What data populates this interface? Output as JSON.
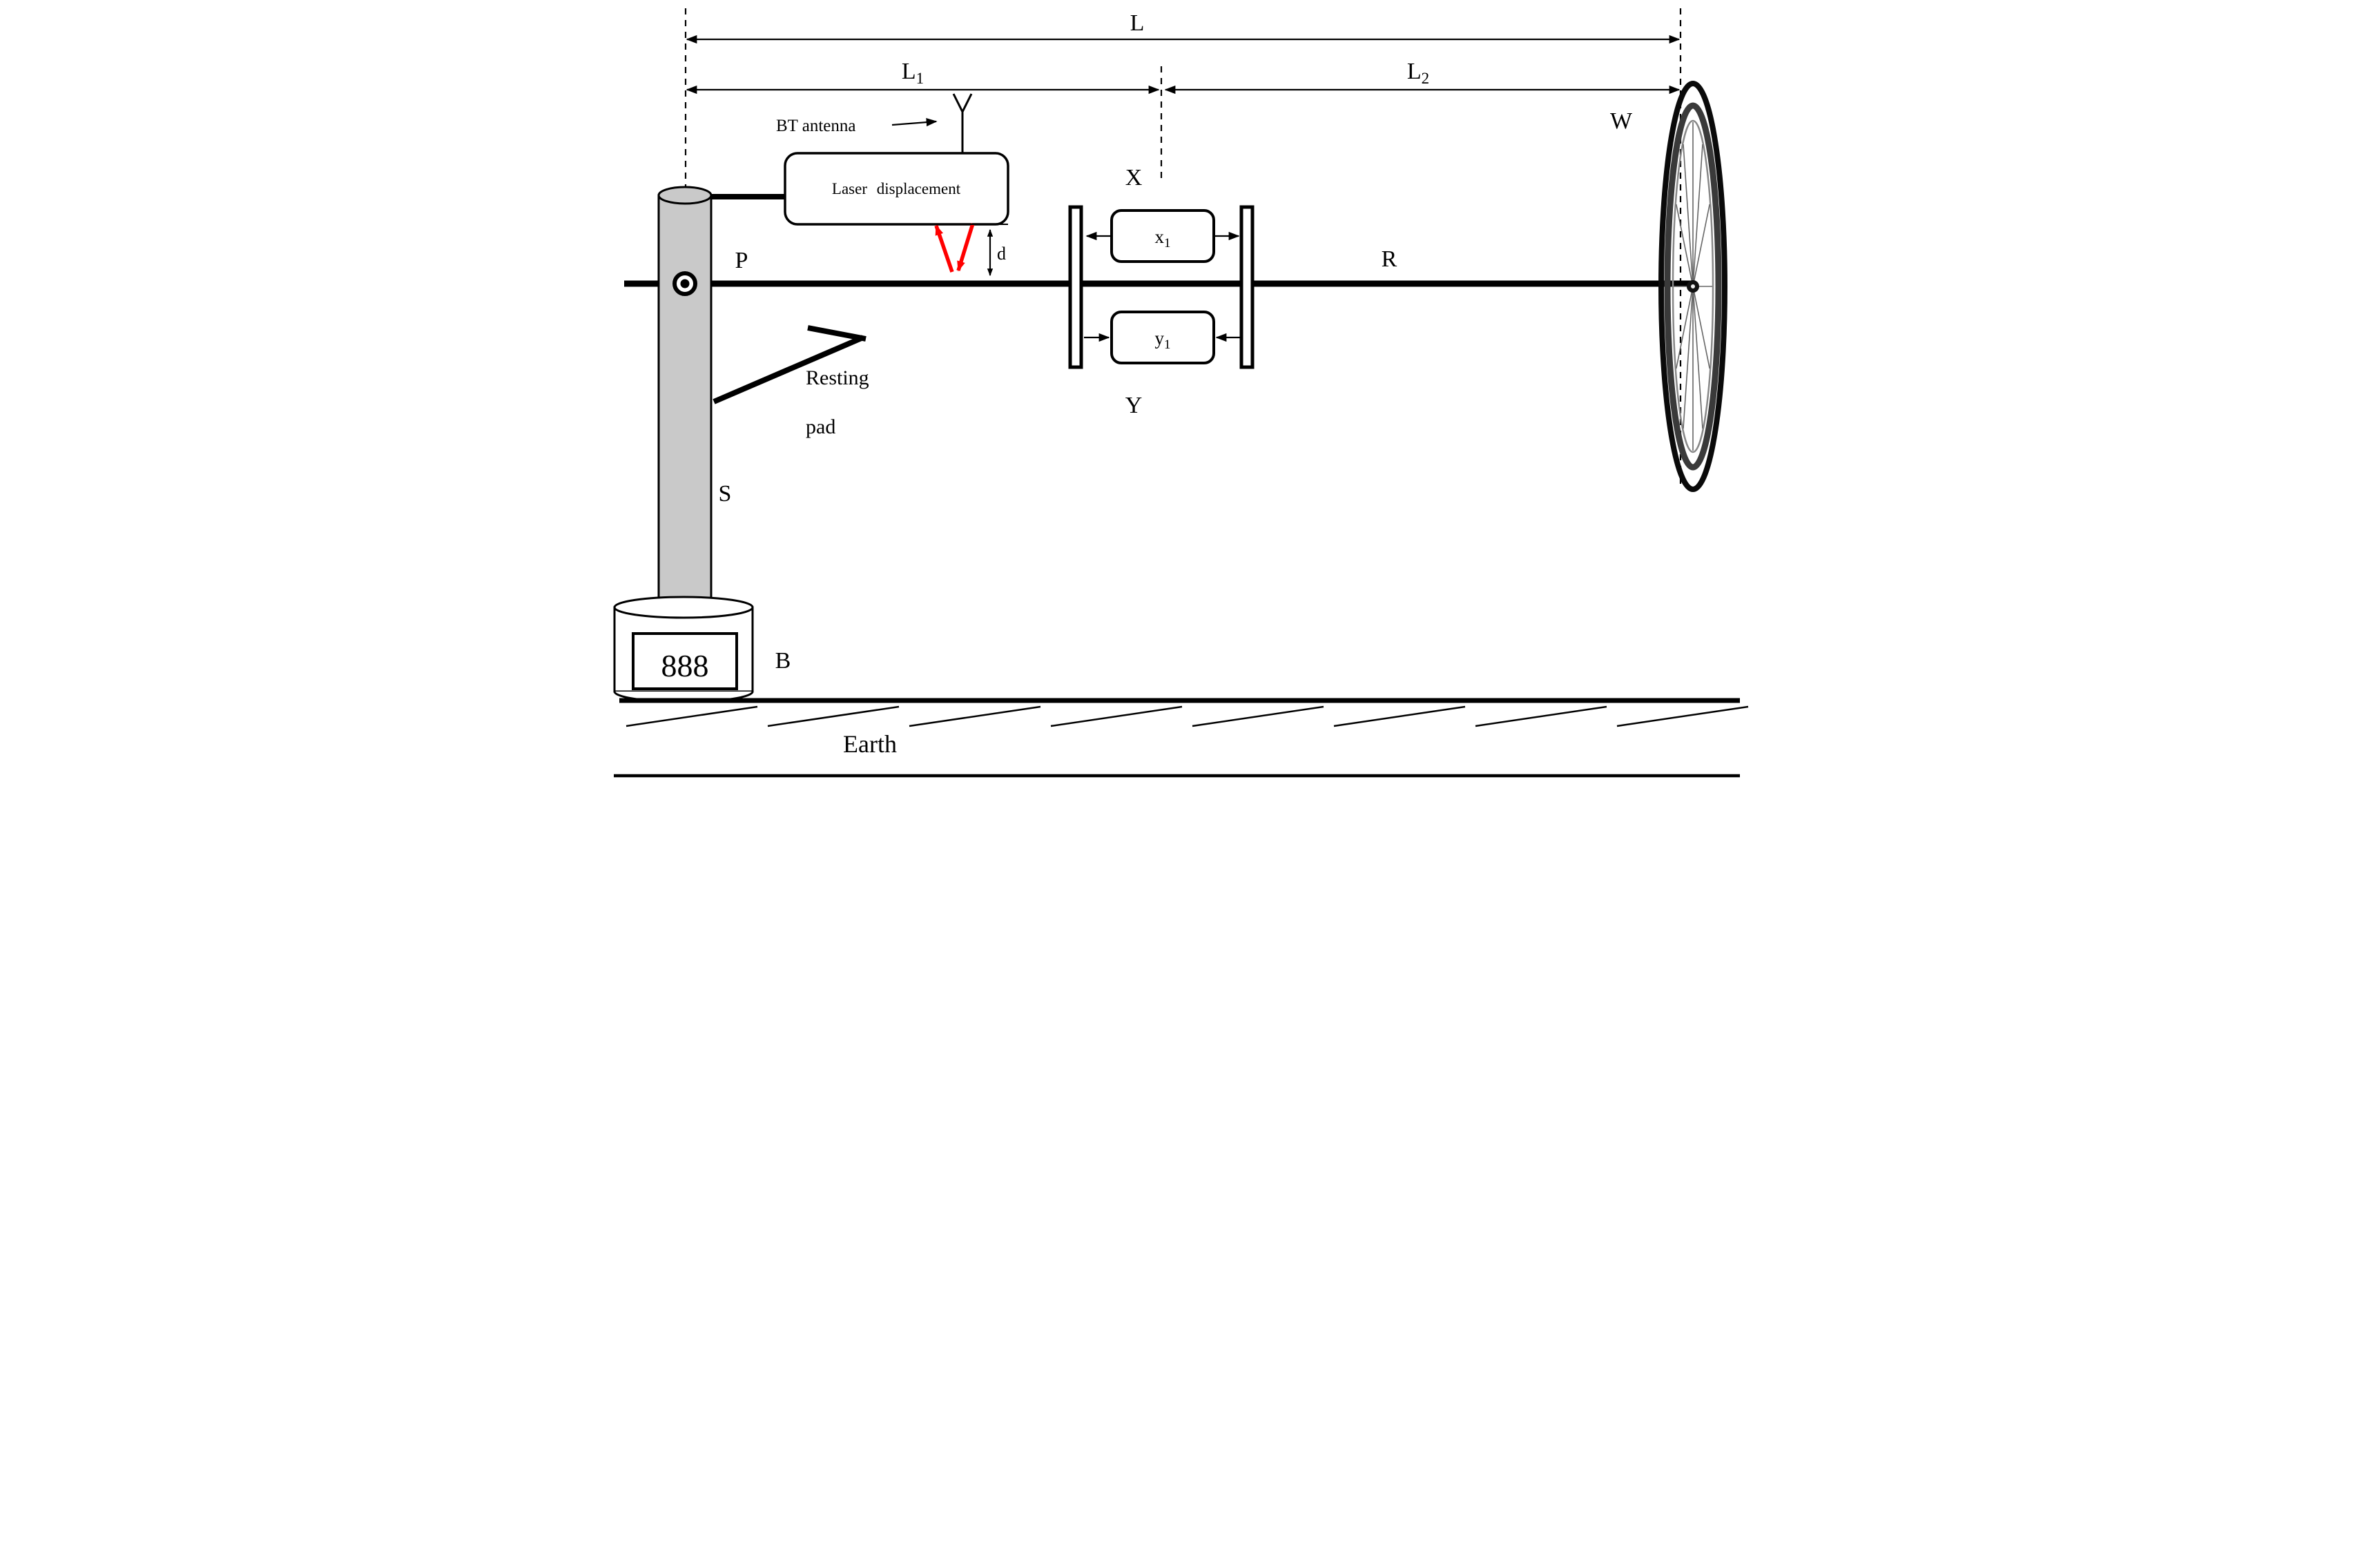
{
  "labels": {
    "L": "L",
    "L1_base": "L",
    "L1_sub": "1",
    "L2_base": "L",
    "L2_sub": "2",
    "W": "W",
    "bt_antenna": "BT antenna",
    "laser_box": "Laser displacement",
    "d": "d",
    "P": "P",
    "R": "R",
    "X": "X",
    "Y": "Y",
    "x1_base": "x",
    "x1_sub": "1",
    "y1_base": "y",
    "y1_sub": "1",
    "resting_line1": "Resting",
    "resting_line2": "pad",
    "S": "S",
    "B": "B",
    "base_display": "888",
    "earth": "Earth"
  },
  "colors": {
    "ink": "#000000",
    "laser": "#ff0000",
    "pole": "#c9c9c9"
  }
}
